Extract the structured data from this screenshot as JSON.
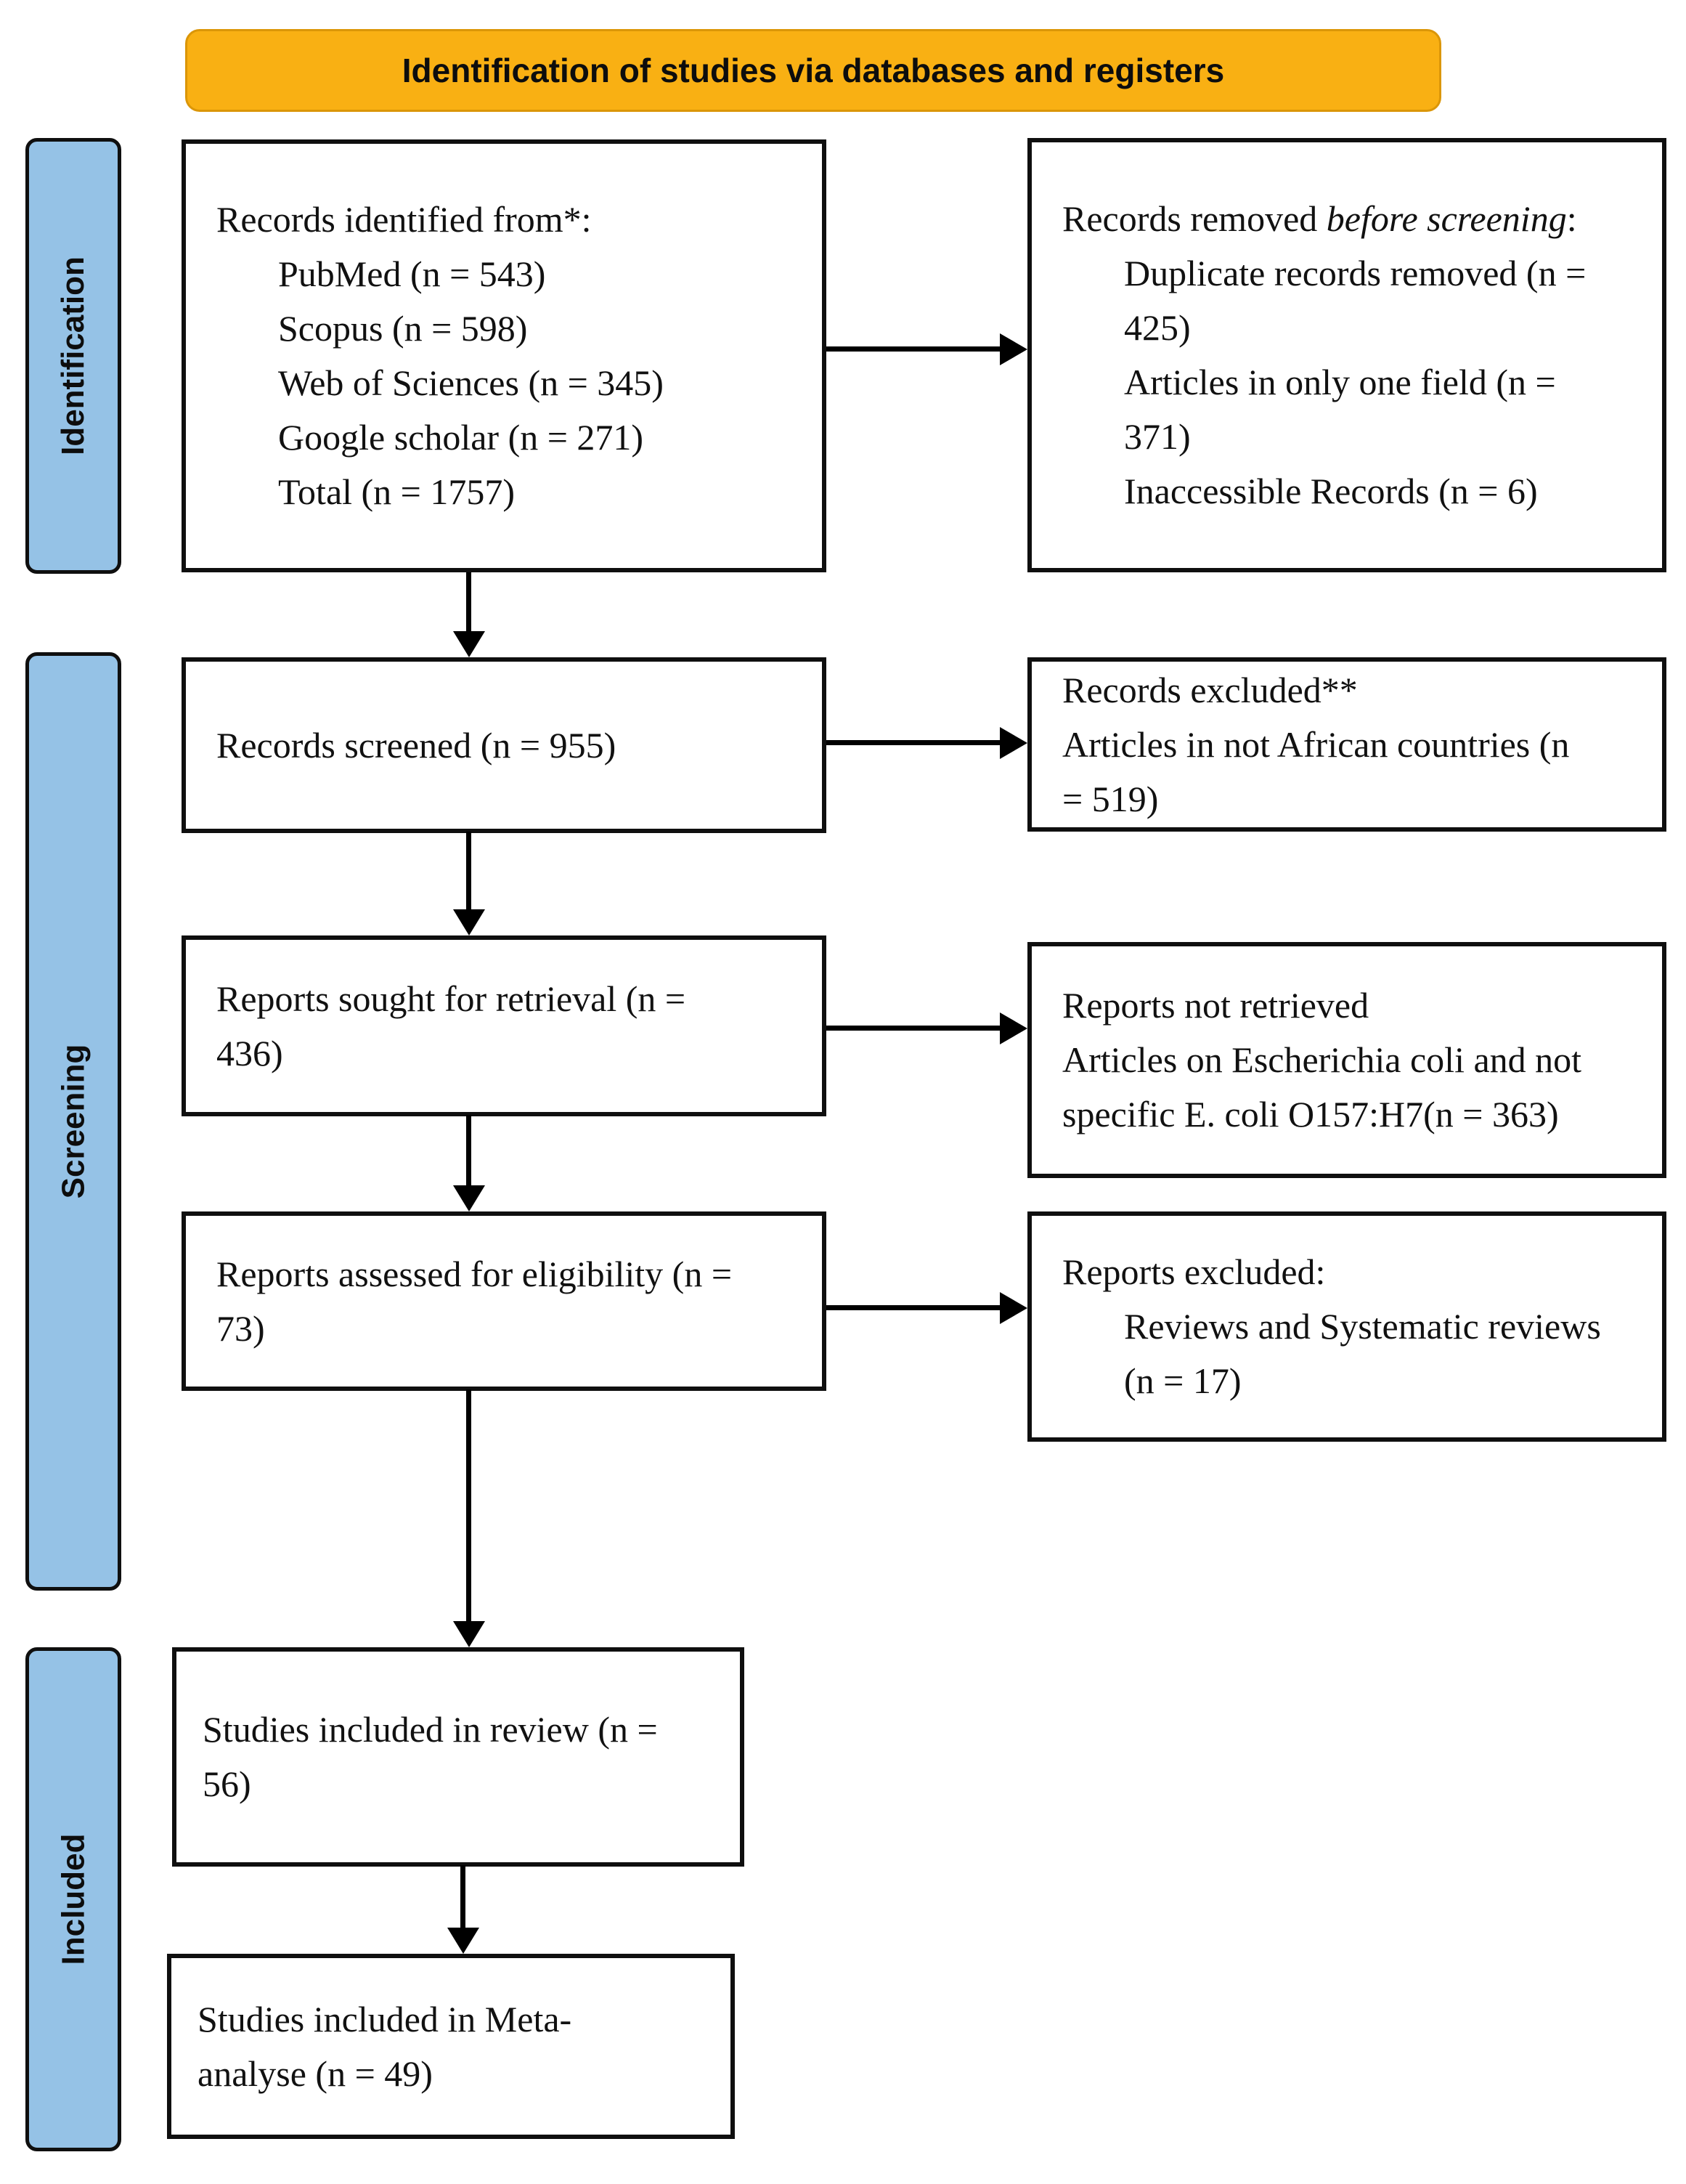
{
  "header": {
    "title": "Identification of studies via databases and registers"
  },
  "sidebar": {
    "identification": "Identification",
    "screening": "Screening",
    "included": "Included"
  },
  "boxes": {
    "records_identified": {
      "title": "Records identified from*:",
      "items": [
        "PubMed (n = 543)",
        "Scopus (n = 598)",
        "Web of Sciences (n = 345)",
        "Google scholar (n = 271)",
        "Total (n = 1757)"
      ]
    },
    "records_removed": {
      "title_prefix": "Records removed ",
      "title_italic": "before screening",
      "title_suffix": ":",
      "items": [
        "Duplicate records removed (n = 425)",
        "Articles in only one field (n = 371)",
        "Inaccessible Records (n = 6)"
      ]
    },
    "records_screened": {
      "text": "Records screened (n = 955)"
    },
    "records_excluded": {
      "line1": "Records excluded**",
      "line2": "Articles in not African countries (n = 519)"
    },
    "reports_sought": {
      "text": "Reports sought for retrieval (n = 436)"
    },
    "reports_not_retrieved": {
      "line1": "Reports not retrieved",
      "line2": "Articles on Escherichia coli and not specific E. coli O157:H7(n = 363)"
    },
    "reports_assessed": {
      "text": "Reports assessed for eligibility (n = 73)"
    },
    "reports_excluded": {
      "title": "Reports excluded:",
      "item": "Reviews and Systematic reviews (n = 17)"
    },
    "studies_included_review": {
      "text": "Studies included in review (n = 56)"
    },
    "studies_included_meta": {
      "text": "Studies included in Meta-analyse (n = 49)"
    }
  },
  "colors": {
    "header_bg": "#F9B013",
    "header_border": "#DB9608",
    "sidebar_bg": "#95C2E6"
  }
}
